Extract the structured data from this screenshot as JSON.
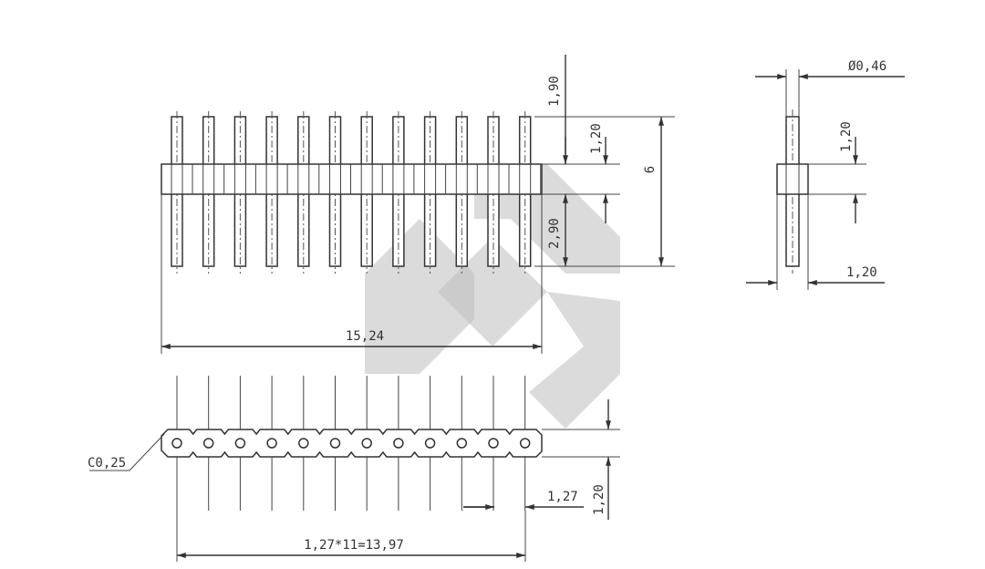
{
  "colors": {
    "line": "#333333",
    "watermark": "#bdbdbd",
    "background": "#ffffff"
  },
  "dimensions": {
    "total_height": "6",
    "upper_pin": "1,90",
    "body_height": "1,20",
    "lower_pin": "2,90",
    "body_length": "15,24",
    "pin_diameter": "Ø0,46",
    "side_body_height": "1,20",
    "side_body_width": "1,20",
    "chamfer": "C0,25",
    "pitch": "1,27",
    "bottom_height": "1,20",
    "pitch_total": "1,27*11=13,97"
  },
  "pin_count": 12
}
